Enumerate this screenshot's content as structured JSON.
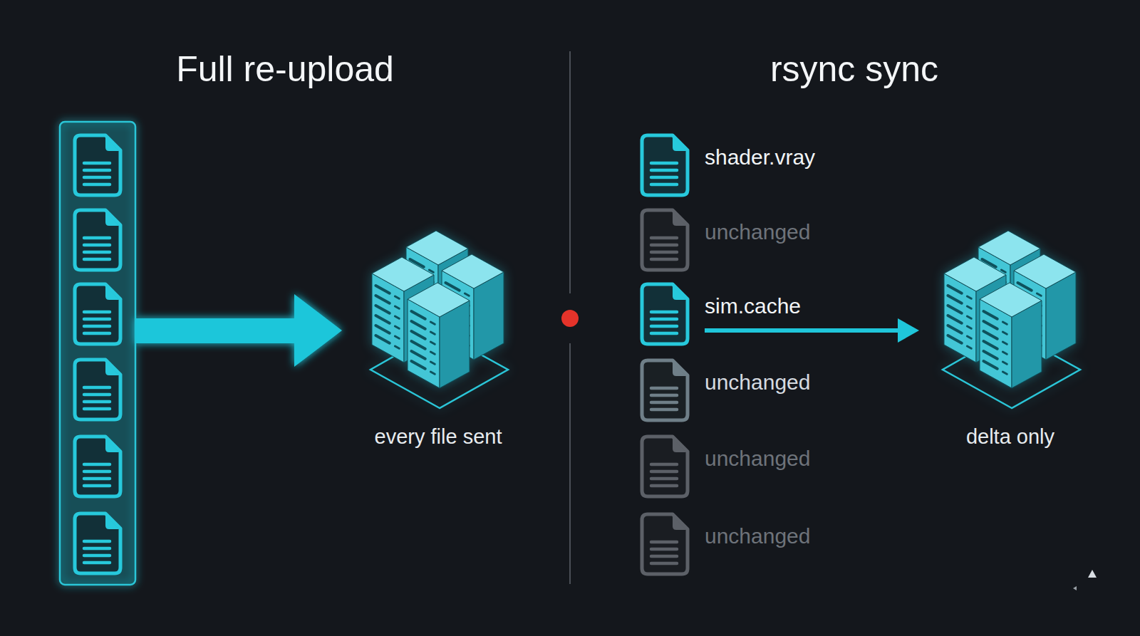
{
  "diagram": {
    "nodes": [
      {
        "text": [
          "every file sent"
        ]
      },
      {
        "text": [
          "shader.vray"
        ]
      },
      {
        "text": [
          "unchanged"
        ]
      },
      {
        "text": [
          "sim.cache"
        ]
      },
      {
        "text": [
          "unchanged"
        ]
      },
      {
        "text": [
          "unchanged"
        ]
      },
      {
        "text": [
          "unchanged"
        ]
      },
      {
        "text": [
          "delta only"
        ]
      }
    ],
    "edges": [
      {
        "from": 3,
        "to": 7,
        "arrow": "to"
      }
    ],
    "labels": [
      "Full re-upload",
      "rsync sync"
    ]
  }
}
